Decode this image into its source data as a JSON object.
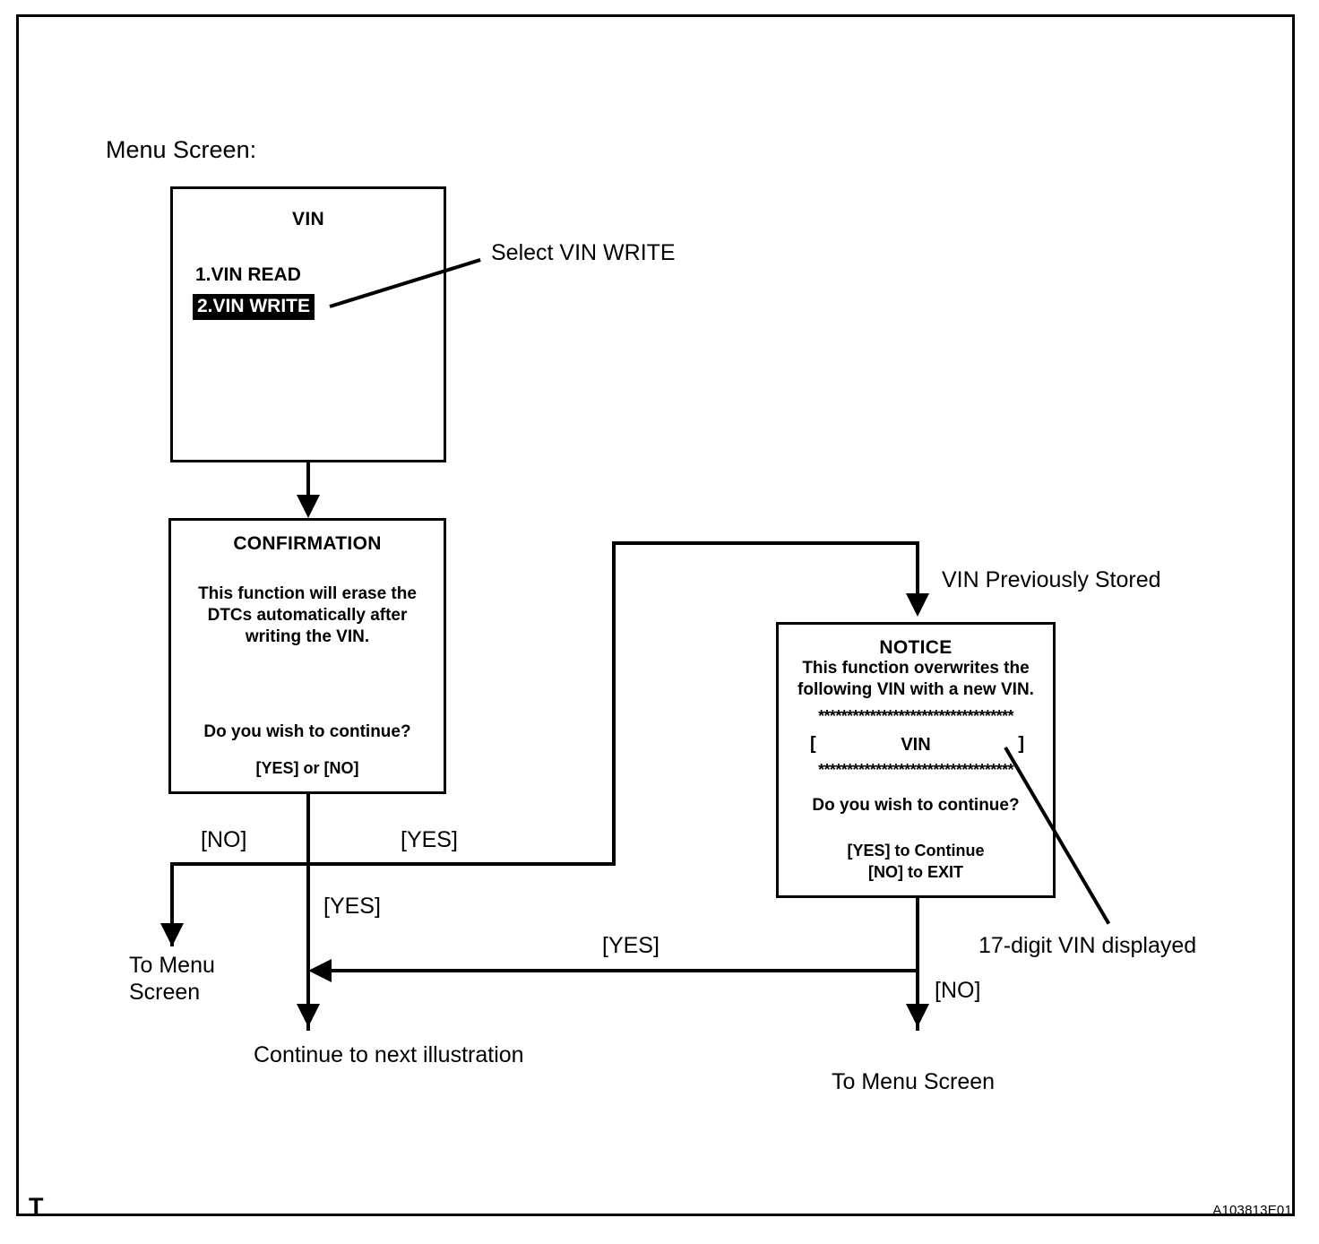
{
  "figure": {
    "caption_label": "Menu Screen:",
    "corner_mark": "T",
    "figure_code": "A103813E01"
  },
  "screens": {
    "vin_menu": {
      "title": "VIN",
      "items": [
        {
          "label": "1.VIN READ",
          "selected": false
        },
        {
          "label": "2.VIN WRITE",
          "selected": true
        }
      ]
    },
    "confirmation": {
      "title": "CONFIRMATION",
      "body": "This function will erase the\nDTCs automatically after\nwriting the VIN.",
      "question": "Do you wish to continue?",
      "options": "[YES] or [NO]"
    },
    "notice": {
      "title": "NOTICE",
      "body": "This function overwrites the\nfollowing VIN with a new VIN.",
      "separator_top": "**********************************",
      "vin_field_open": "[",
      "vin_field_label": "VIN",
      "vin_field_close": "]",
      "separator_bottom": "**********************************",
      "question": "Do you wish to continue?",
      "option_yes": "[YES] to Continue",
      "option_no": "[NO] to EXIT"
    }
  },
  "annotations": {
    "select_vin_write": "Select VIN WRITE",
    "vin_previously_stored": "VIN Previously Stored",
    "seventeen_digit_vin": "17-digit VIN displayed"
  },
  "flow_labels": {
    "confirmation_no": "[NO]",
    "confirmation_yes_right": "[YES]",
    "confirmation_yes_down": "[YES]",
    "notice_yes": "[YES]",
    "notice_no": "[NO]"
  },
  "terminals": {
    "to_menu_screen_left": "To Menu\nScreen",
    "continue_next_illustration": "Continue to next illustration",
    "to_menu_screen_right": "To Menu Screen"
  }
}
